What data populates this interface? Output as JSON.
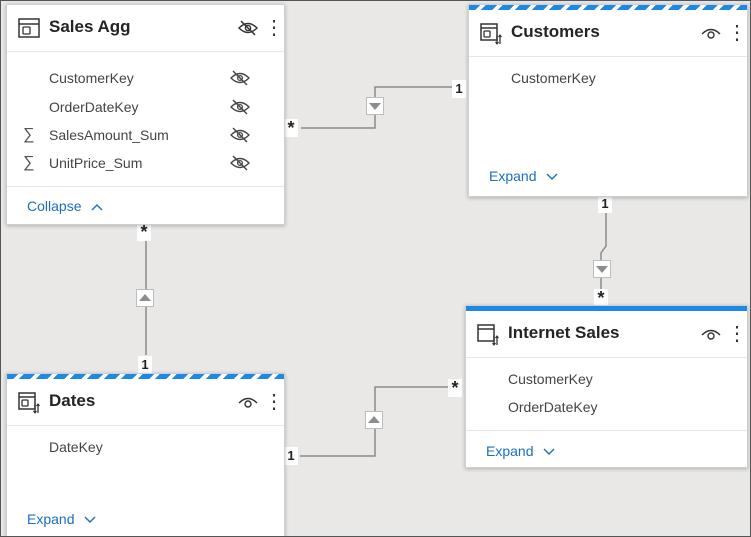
{
  "tables": {
    "sales_agg": {
      "title": "Sales Agg",
      "fields": [
        "CustomerKey",
        "OrderDateKey",
        "SalesAmount_Sum",
        "UnitPrice_Sum"
      ],
      "collapse_label": "Collapse"
    },
    "customers": {
      "title": "Customers",
      "fields": [
        "CustomerKey"
      ],
      "expand_label": "Expand"
    },
    "internet_sales": {
      "title": "Internet Sales",
      "fields": [
        "CustomerKey",
        "OrderDateKey"
      ],
      "expand_label": "Expand"
    },
    "dates": {
      "title": "Dates",
      "fields": [
        "DateKey"
      ],
      "expand_label": "Expand"
    }
  },
  "relationships": {
    "salesagg_customers": {
      "many": "*",
      "one": "1"
    },
    "salesagg_dates": {
      "many": "*",
      "one": "1"
    },
    "customers_internetsales": {
      "one": "1",
      "many": "*"
    },
    "dates_internetsales": {
      "one": "1",
      "many": "*"
    }
  },
  "colors": {
    "accent": "#1e88e5",
    "link": "#1a6fbf",
    "canvas": "#e9e8e7"
  }
}
